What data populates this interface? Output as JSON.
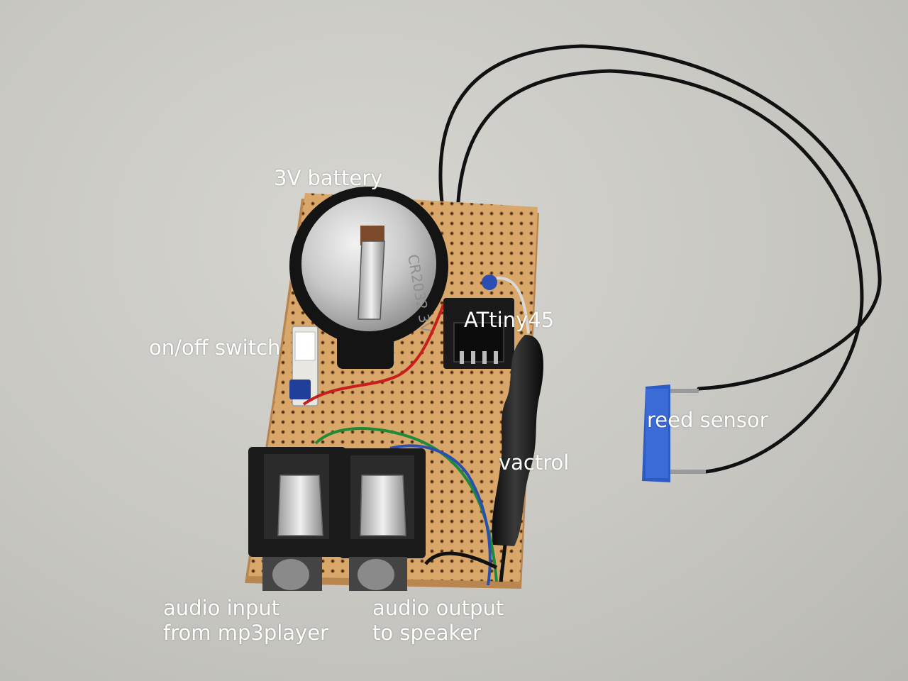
{
  "labels": {
    "battery": "3V battery",
    "attiny": "ATtiny45",
    "switch": "on/off switch",
    "reed": "reed sensor",
    "vactrol": "vactrol",
    "audio_input": [
      "audio input",
      "from mp3player"
    ],
    "audio_output": [
      "audio output",
      "to speaker"
    ]
  },
  "battery_marking": "CR2032 3V",
  "colors": {
    "background": "#c9c8c3",
    "stripboard": "#d9a76a",
    "label_text": "#ffffff",
    "wire_black": "#111111",
    "wire_red": "#c81e1e",
    "wire_green": "#1f8a3a",
    "wire_blue": "#2a4fb0",
    "reed_blue": "#2d5bc4"
  }
}
